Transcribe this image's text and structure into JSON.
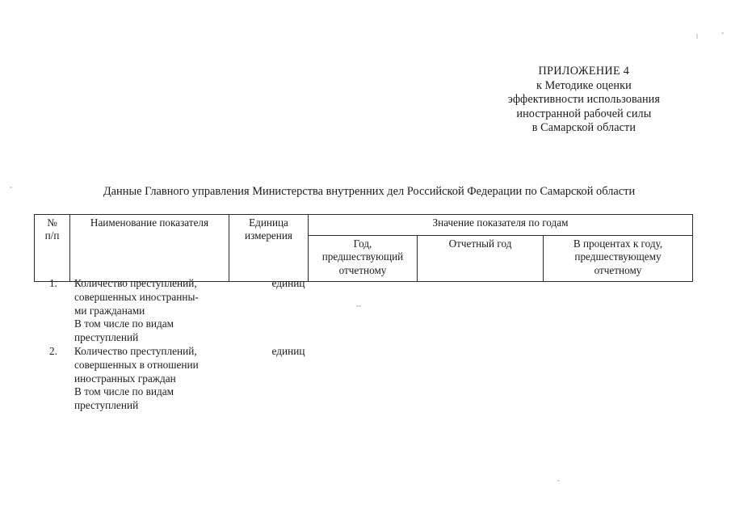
{
  "page": {
    "background_color": "#ffffff",
    "text_color": "#1b1b1b",
    "border_color": "#2a2a2a"
  },
  "appendix_header": {
    "lines": [
      "ПРИЛОЖЕНИЕ 4",
      "к Методике оценки",
      "эффективности использования",
      "иностранной рабочей силы",
      "в Самарской области"
    ]
  },
  "doc_title": "Данные Главного управления Министерства внутренних дел Российской Федерации по Самарской области",
  "table": {
    "headers": {
      "numbering_line1": "№",
      "numbering_line2": "п/п",
      "name": "Наименование показателя",
      "unit_line1": "Единица",
      "unit_line2": "измерения",
      "group": "Значение показателя по годам",
      "sub_prev_line1": "Год,",
      "sub_prev_line2": "предшествующий",
      "sub_prev_line3": "отчетному",
      "sub_report": "Отчетный год",
      "sub_percent_line1": "В процентах к году,",
      "sub_percent_line2": "предшествующему",
      "sub_percent_line3": "отчетному"
    },
    "rows": [
      {
        "number": "1.",
        "name_lines": [
          "Количество преступлений,",
          "совершенных иностранны-",
          "ми гражданами",
          "В том числе по видам",
          "преступлений"
        ],
        "unit": "единиц",
        "value_prev_year": "",
        "value_report_year": "",
        "value_percent": ""
      },
      {
        "number": "2.",
        "name_lines": [
          "Количество преступлений,",
          "совершенных в отношении",
          "иностранных граждан",
          "В том числе по видам",
          "преступлений"
        ],
        "unit": "единиц",
        "value_prev_year": "",
        "value_report_year": "",
        "value_percent": ""
      }
    ]
  }
}
